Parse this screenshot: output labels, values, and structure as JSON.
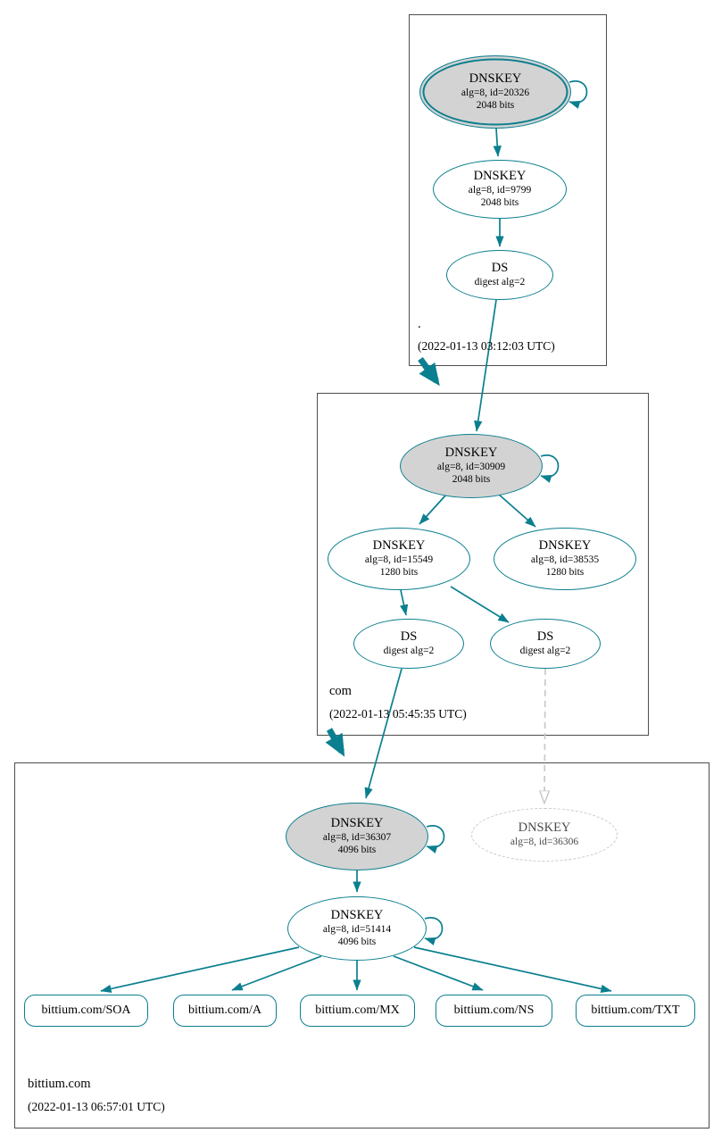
{
  "colors": {
    "edge": "#0a7f8f",
    "kskfill": "#d3d3d3",
    "dashed": "#c9c9c9"
  },
  "zones": {
    "root": {
      "label": ".",
      "timestamp": "(2022-01-13 03:12:03 UTC)",
      "ksk": {
        "title": "DNSKEY",
        "alg": "alg=8, id=20326",
        "bits": "2048 bits"
      },
      "zsk": {
        "title": "DNSKEY",
        "alg": "alg=8, id=9799",
        "bits": "2048 bits"
      },
      "ds": {
        "title": "DS",
        "alg": "digest alg=2"
      }
    },
    "com": {
      "label": "com",
      "timestamp": "(2022-01-13 05:45:35 UTC)",
      "ksk": {
        "title": "DNSKEY",
        "alg": "alg=8, id=30909",
        "bits": "2048 bits"
      },
      "zsk1": {
        "title": "DNSKEY",
        "alg": "alg=8, id=15549",
        "bits": "1280 bits"
      },
      "zsk2": {
        "title": "DNSKEY",
        "alg": "alg=8, id=38535",
        "bits": "1280 bits"
      },
      "ds1": {
        "title": "DS",
        "alg": "digest alg=2"
      },
      "ds2": {
        "title": "DS",
        "alg": "digest alg=2"
      }
    },
    "bittium": {
      "label": "bittium.com",
      "timestamp": "(2022-01-13 06:57:01 UTC)",
      "ksk": {
        "title": "DNSKEY",
        "alg": "alg=8, id=36307",
        "bits": "4096 bits"
      },
      "missing": {
        "title": "DNSKEY",
        "alg": "alg=8, id=36306"
      },
      "zsk": {
        "title": "DNSKEY",
        "alg": "alg=8, id=51414",
        "bits": "4096 bits"
      },
      "rrsets": [
        "bittium.com/SOA",
        "bittium.com/A",
        "bittium.com/MX",
        "bittium.com/NS",
        "bittium.com/TXT"
      ]
    }
  }
}
